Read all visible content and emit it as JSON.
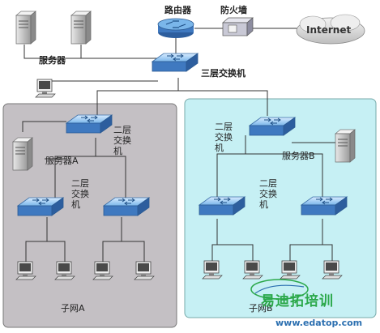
{
  "labels": {
    "router": "路由器",
    "firewall": "防火墙",
    "internet": "Internet",
    "servers_top": "服务器",
    "core_switch": "三层交换机",
    "l3_left": "二层交换机",
    "server_a": "服务器A",
    "l2_left": "二层交换机",
    "l3_right": "二层交换机",
    "server_b": "服务器B",
    "l2_right": "二层交换机",
    "subnet_a": "子网A",
    "subnet_b": "子网B"
  },
  "watermark": {
    "brand": "易迪拓培训",
    "url": "www.edatop.com"
  },
  "colors": {
    "left_region": "#c4c0c4",
    "right_region": "#c6f0f4",
    "switch": "#5b9bd5",
    "router": "#4f8ac9"
  }
}
